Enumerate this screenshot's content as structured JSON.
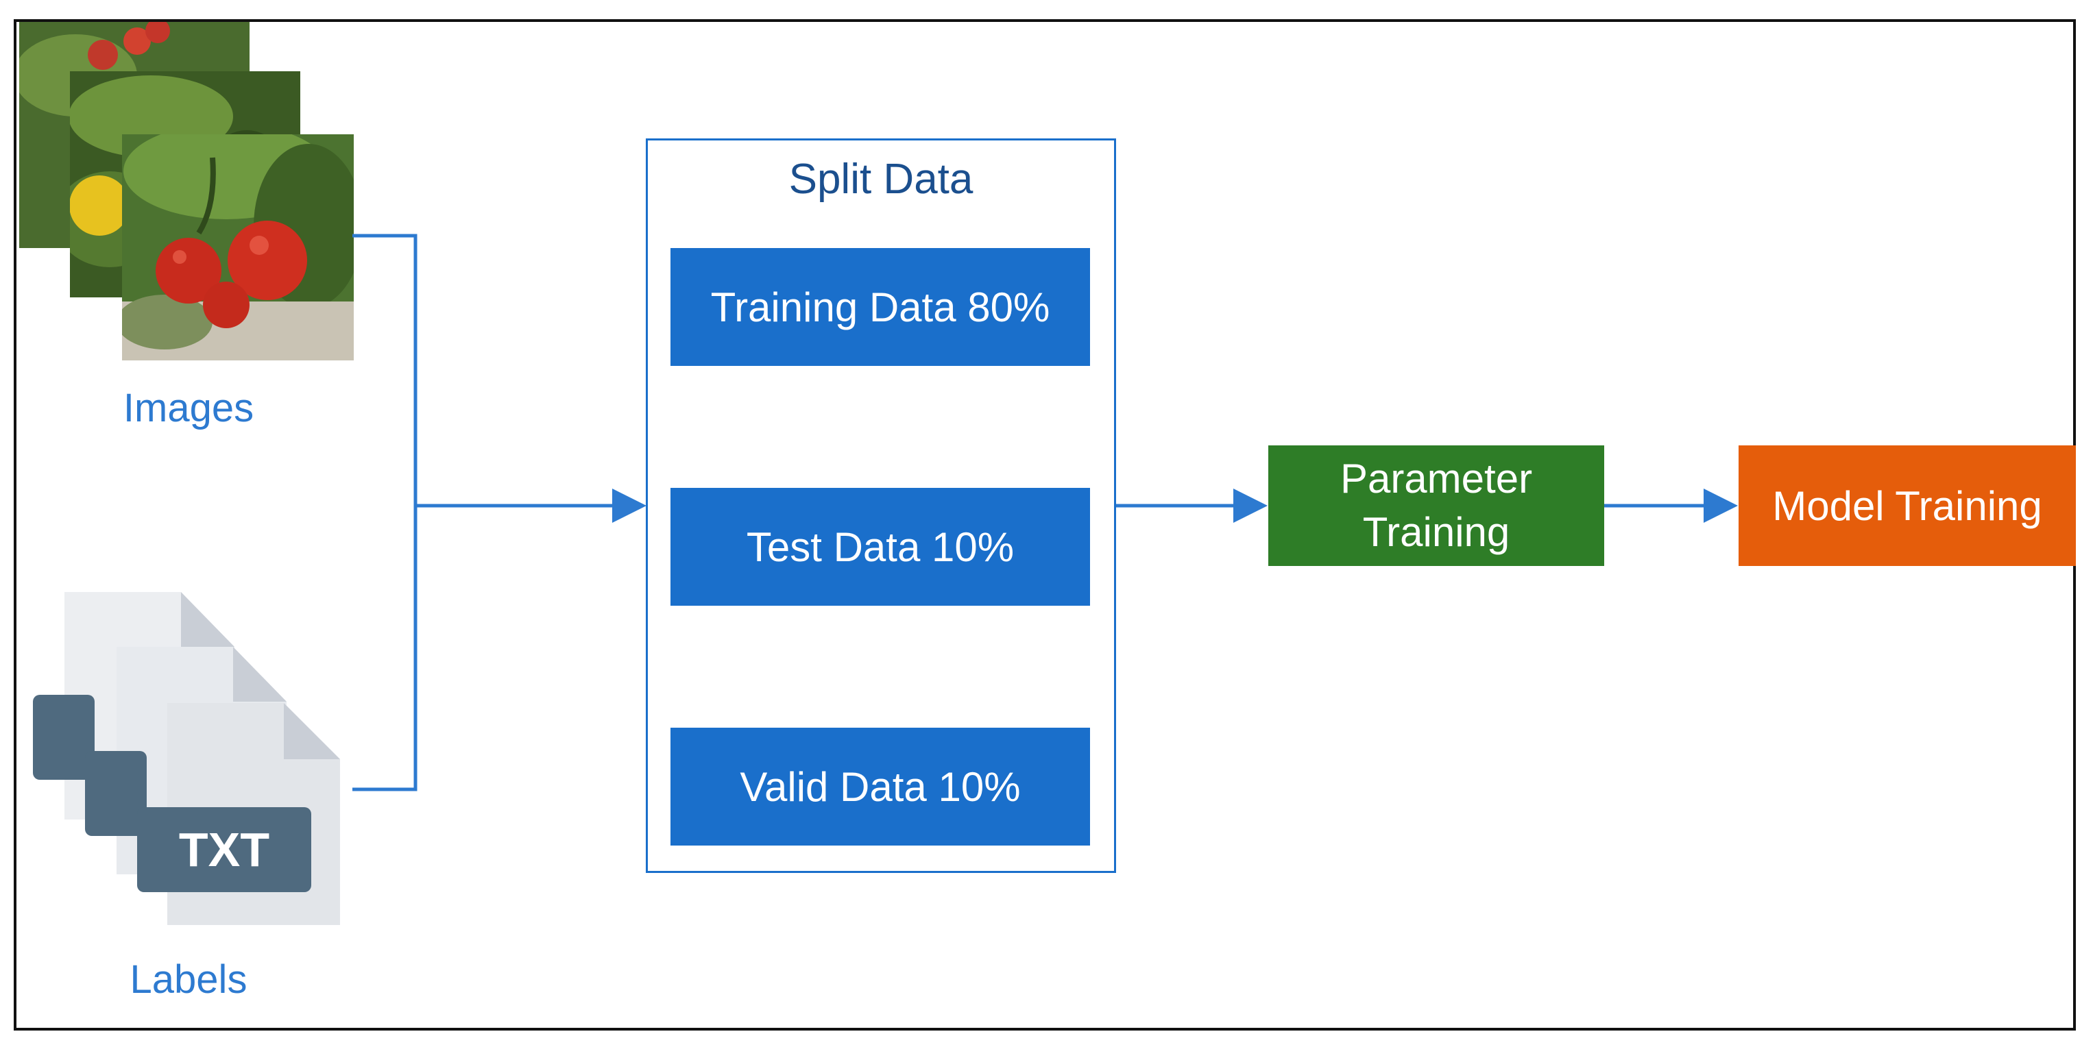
{
  "diagram": {
    "inputs": {
      "images_label": "Images",
      "labels_label": "Labels",
      "file_badge": "TXT"
    },
    "split": {
      "title": "Split Data",
      "items": [
        "Training Data 80%",
        "Test Data 10%",
        "Valid Data 10%"
      ]
    },
    "parameter": {
      "line1": "Parameter",
      "line2": "Training"
    },
    "model": {
      "label": "Model Training"
    },
    "colors": {
      "blue_box": "#1a6fcb",
      "green_box": "#2e7d27",
      "orange_box": "#e55d0b",
      "connector": "#2d7ad0",
      "caption_text": "#2d7ad0",
      "title_text": "#1b4f8e"
    }
  }
}
